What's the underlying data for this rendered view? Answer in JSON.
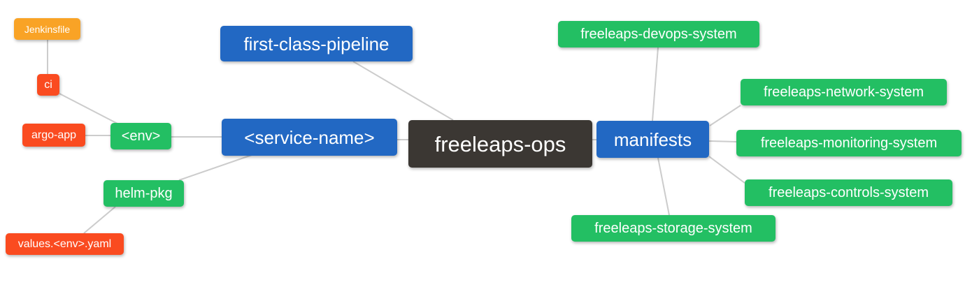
{
  "diagram": {
    "type": "mindmap",
    "root": "freeleaps-ops"
  },
  "palette": {
    "blue": "#2268C3",
    "green": "#23BF63",
    "dark": "#3B3733",
    "red": "#FA4B20",
    "amber": "#F9A326",
    "line": "#CCCCCC",
    "text": "#FFFFFF",
    "background": "#FFFFFF"
  },
  "nodes": [
    {
      "id": "freeleaps-ops",
      "label": "freeleaps-ops",
      "color": "dark"
    },
    {
      "id": "first-class-pipeline",
      "label": "first-class-pipeline",
      "color": "blue"
    },
    {
      "id": "service-name",
      "label": "<service-name>",
      "color": "blue"
    },
    {
      "id": "manifests",
      "label": "manifests",
      "color": "blue"
    },
    {
      "id": "env",
      "label": "<env>",
      "color": "green"
    },
    {
      "id": "helm-pkg",
      "label": "helm-pkg",
      "color": "green"
    },
    {
      "id": "ci",
      "label": "ci",
      "color": "red"
    },
    {
      "id": "argo-app",
      "label": "argo-app",
      "color": "red"
    },
    {
      "id": "jenkinsfile",
      "label": "Jenkinsfile",
      "color": "amber"
    },
    {
      "id": "values-env-yaml",
      "label": "values.<env>.yaml",
      "color": "red"
    },
    {
      "id": "freeleaps-devops-system",
      "label": "freeleaps-devops-system",
      "color": "green"
    },
    {
      "id": "freeleaps-network-system",
      "label": "freeleaps-network-system",
      "color": "green"
    },
    {
      "id": "freeleaps-monitoring-system",
      "label": "freeleaps-monitoring-system",
      "color": "green"
    },
    {
      "id": "freeleaps-controls-system",
      "label": "freeleaps-controls-system",
      "color": "green"
    },
    {
      "id": "freeleaps-storage-system",
      "label": "freeleaps-storage-system",
      "color": "green"
    }
  ],
  "edges": [
    {
      "from": "freeleaps-ops",
      "to": "first-class-pipeline"
    },
    {
      "from": "freeleaps-ops",
      "to": "service-name"
    },
    {
      "from": "freeleaps-ops",
      "to": "manifests"
    },
    {
      "from": "service-name",
      "to": "env"
    },
    {
      "from": "service-name",
      "to": "helm-pkg"
    },
    {
      "from": "env",
      "to": "ci"
    },
    {
      "from": "env",
      "to": "argo-app"
    },
    {
      "from": "ci",
      "to": "jenkinsfile"
    },
    {
      "from": "helm-pkg",
      "to": "values-env-yaml"
    },
    {
      "from": "manifests",
      "to": "freeleaps-devops-system"
    },
    {
      "from": "manifests",
      "to": "freeleaps-network-system"
    },
    {
      "from": "manifests",
      "to": "freeleaps-monitoring-system"
    },
    {
      "from": "manifests",
      "to": "freeleaps-controls-system"
    },
    {
      "from": "manifests",
      "to": "freeleaps-storage-system"
    }
  ]
}
